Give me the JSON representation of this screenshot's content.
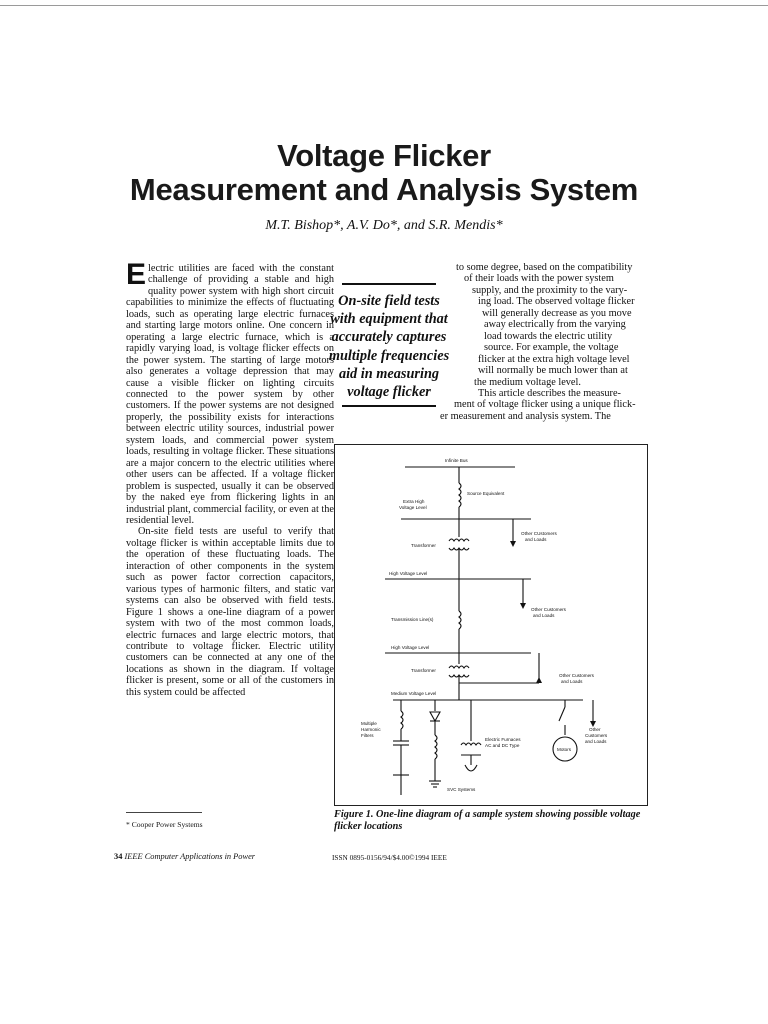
{
  "title_line1": "Voltage Flicker",
  "title_line2": "Measurement and Analysis System",
  "authors": "M.T. Bishop*, A.V. Do*, and S.R. Mendis*",
  "col1": {
    "dropcap": "E",
    "p1": "lectric utilities are faced with the constant challenge of providing a stable and high quality power system with high short circuit capabilities to minimize the effects of fluctuating loads, such as operating large electric furnaces and starting large motors online. One concern in operating a large electric furnace, which is a rapidly varying load, is voltage flicker effects on the power system. The starting of large motors also generates a voltage depression that may cause a visible flicker on lighting circuits connected to the power system by other customers. If the power systems are not designed properly, the possibility exists for interactions between electric utility sources, industrial power system loads, and commercial power system loads, resulting in voltage flicker. These situations are a major concern to the electric utilities where other users can be affected. If a voltage flicker problem is suspected, usually it can be observed by the naked eye from flickering lights in an industrial plant, commercial facility, or even at the residential level.",
    "p2": "On-site field tests are useful to verify that voltage flicker is within acceptable limits due to the operation of these fluctuating loads. The interaction of other components in the system such as power factor correction capacitors, various types of harmonic filters, and static var systems can also be observed with field tests. Figure 1 shows a one-line diagram of a power system with two of the most common loads, electric furnaces and large electric motors, that contribute to voltage flicker. Electric utility customers can be connected at any one of the locations as shown in the diagram. If voltage flicker is present, some or all of the customers in this system could be affected"
  },
  "pullquote": [
    "On-site field tests",
    "with equipment that",
    "accurately captures",
    "multiple frequencies",
    "aid in measuring",
    "voltage flicker"
  ],
  "col3_lines": [
    "to some degree, based on the compatibility",
    "of their loads with the power system",
    "supply, and the proximity to the vary-",
    "ing load. The observed voltage flicker",
    "will generally decrease as you move",
    "away electrically from the varying",
    "load towards the electric utility",
    "source. For example, the voltage",
    "flicker at the extra high voltage level",
    "will normally be much lower than at",
    "the medium voltage level."
  ],
  "col3_tail": [
    "This article describes the measure-",
    "ment of voltage flicker using a unique flick-",
    "er measurement and analysis system. The"
  ],
  "diagram": {
    "infinite_bus": "Infinite Bus",
    "source_equivalent": "Source Equivalent",
    "ehv_1": "Extra High",
    "ehv_2": "Voltage Level",
    "other_cust1_1": "Other CUstomers",
    "other_cust1_2": "and Loads",
    "transformer1": "Transformer",
    "hv_level1": "High Voltage Level",
    "other_cust2_1": "Other Customers",
    "other_cust2_2": "and Loads",
    "transmission": "Transmission Line(s)",
    "hv_level2": "High Voltage Level",
    "transformer2": "Transformer",
    "other_cust3_1": "Other Customers",
    "other_cust3_2": "and Loads",
    "mv_level": "Medium Voltage Level",
    "filters_1": "Multiple",
    "filters_2": "Harmonic",
    "filters_3": "Filters",
    "furnaces_1": "Electric Furnaces",
    "furnaces_2": "AC and DC Type",
    "motors": "Motors",
    "other_cust4_1": "Other",
    "other_cust4_2": "Customers",
    "other_cust4_3": "and Loads",
    "svc": "SVC Systems"
  },
  "figure_caption": "Figure 1. One-line diagram of a sample system showing possible voltage flicker locations",
  "footnote": "* Cooper Power Systems",
  "page_number": "34",
  "journal": "IEEE Computer Applications in Power",
  "issn": "ISSN 0895-0156/94/$4.00©1994 IEEE"
}
